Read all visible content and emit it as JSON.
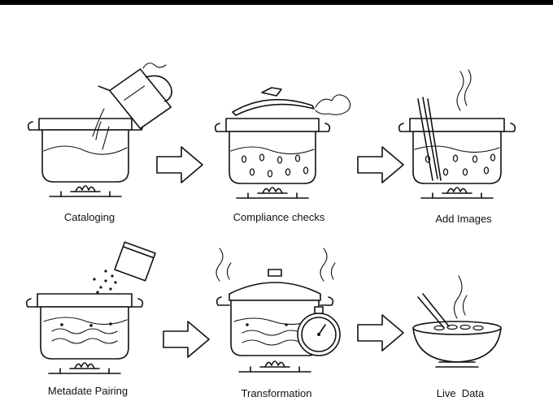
{
  "steps": [
    {
      "label": "Cataloging"
    },
    {
      "label": "Compliance checks"
    },
    {
      "label": "Add Images"
    },
    {
      "label": "Metadate Pairing"
    },
    {
      "label": "Transformation"
    },
    {
      "label": "Live  Data"
    }
  ],
  "icons": [
    "pot-pouring-icon",
    "pot-lid-steam-icon",
    "pot-noodles-icon",
    "pot-seasoning-icon",
    "pot-timer-icon",
    "noodle-bowl-icon",
    "right-arrow-icon"
  ],
  "colors": {
    "line": "#111111",
    "background": "#ffffff"
  }
}
